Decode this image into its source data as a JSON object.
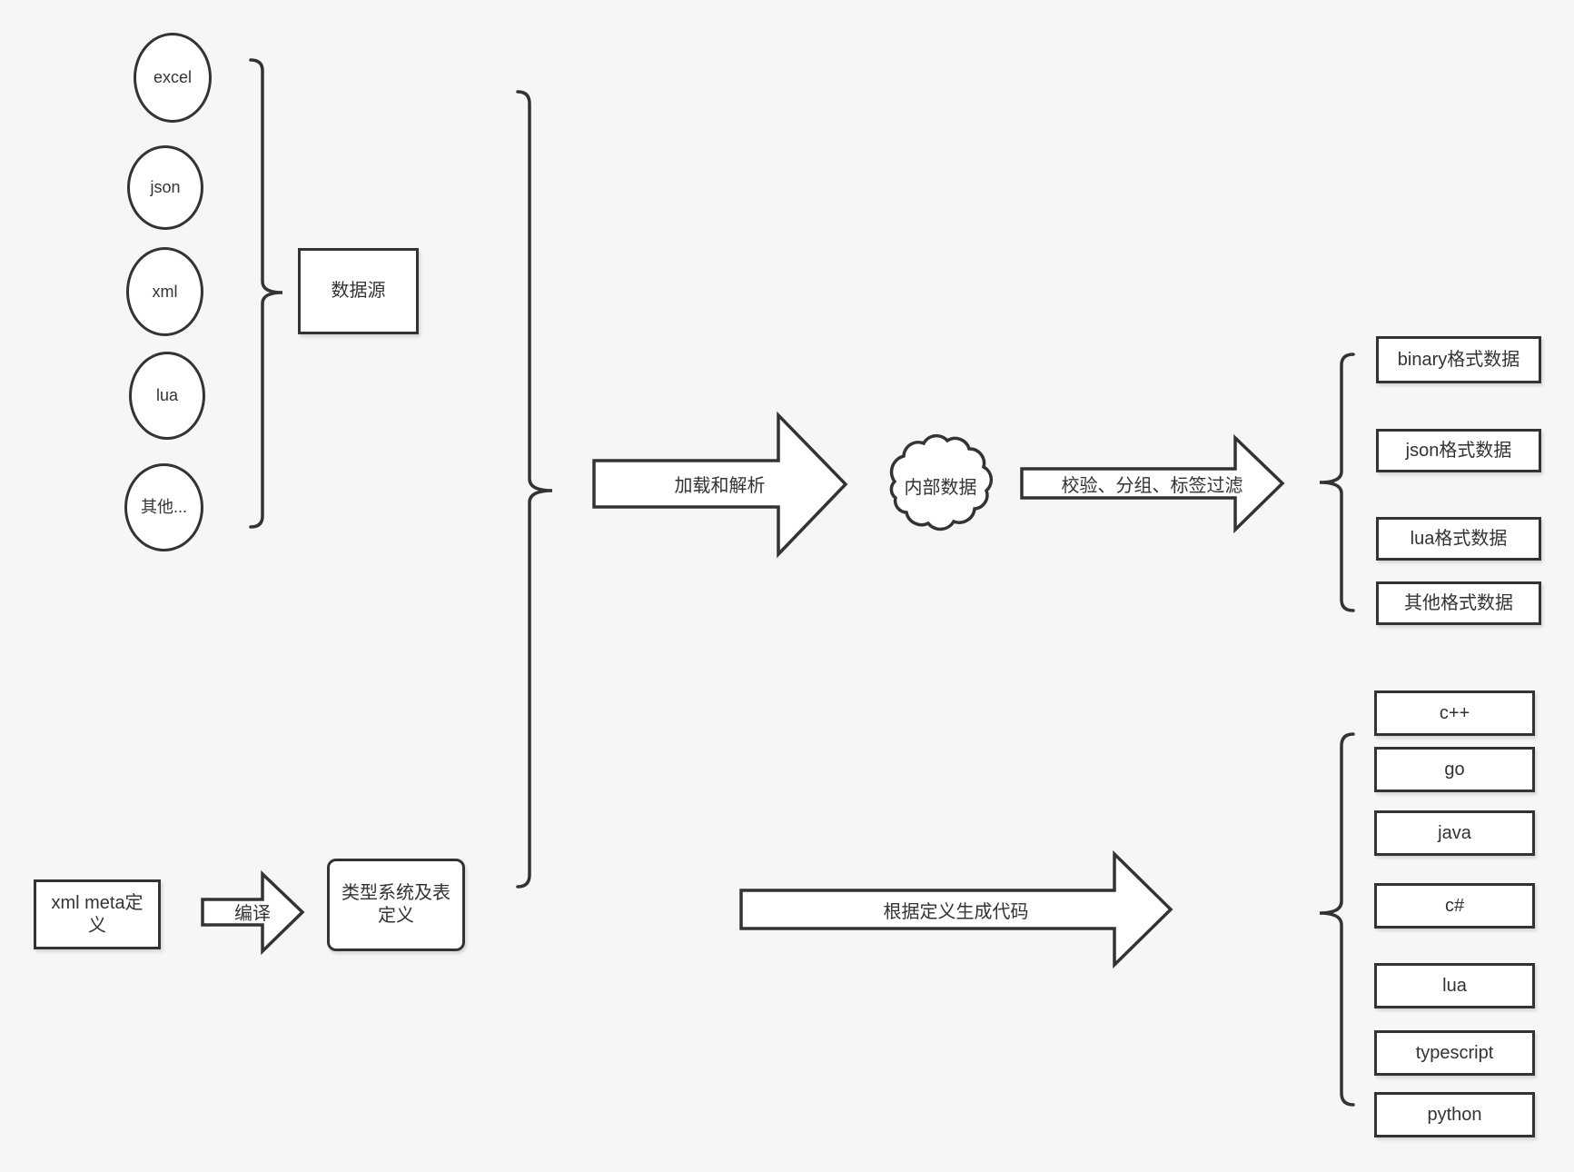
{
  "colors": {
    "background": "#f6f6f6",
    "stroke": "#333333",
    "shape_fill": "#ffffff",
    "text": "#333333"
  },
  "sources": {
    "group_label": "数据源",
    "items": [
      "excel",
      "json",
      "xml",
      "lua",
      "其他..."
    ]
  },
  "pipeline": {
    "load_arrow_label": "加载和解析",
    "cloud_label": "内部数据",
    "filter_arrow_label": "校验、分组、标签过滤",
    "format_outputs": [
      "binary格式数据",
      "json格式数据",
      "lua格式数据",
      "其他格式数据"
    ]
  },
  "codegen": {
    "xml_meta_label": "xml meta定义",
    "compile_arrow_label": "编译",
    "type_system_label": "类型系统及表定义",
    "generate_arrow_label": "根据定义生成代码",
    "languages": [
      "c++",
      "go",
      "java",
      "c#",
      "lua",
      "typescript",
      "python"
    ]
  }
}
